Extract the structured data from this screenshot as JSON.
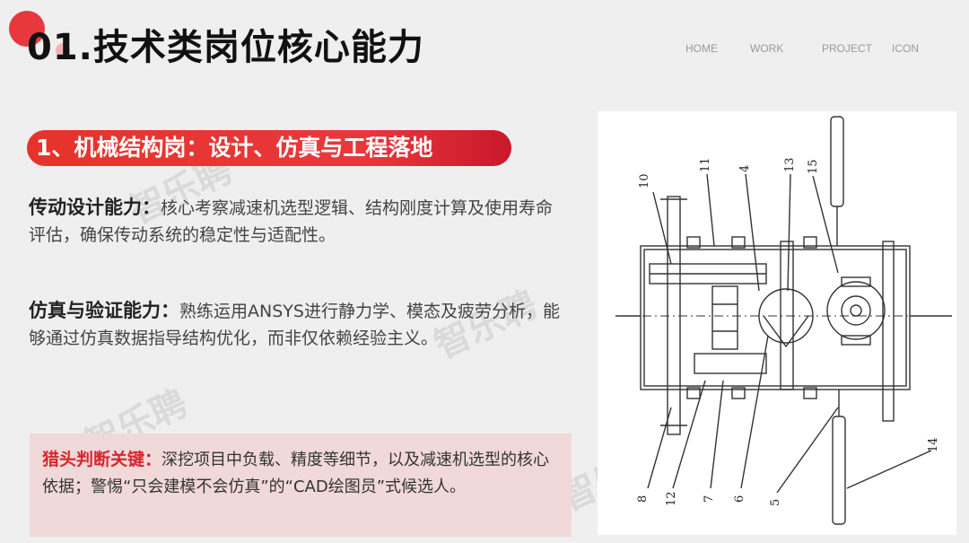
{
  "header": {
    "title": "01.技术类岗位核心能力"
  },
  "nav": {
    "items": [
      "HOME",
      "WORK",
      "PROJECT",
      "ICON"
    ]
  },
  "section": {
    "pill": "1、机械结构岗：设计、仿真与工程落地"
  },
  "ability1": {
    "label": "传动设计能力：",
    "text": "核心考察减速机选型逻辑、结构刚度计算及使用寿命评估，确保传动系统的稳定性与适配性。"
  },
  "ability2": {
    "label": "仿真与验证能力：",
    "text": "熟练运用ANSYS进行静力学、模态及疲劳分析，能够通过仿真数据指导结构优化，而非仅依赖经验主义。"
  },
  "hint": {
    "label": "猎头判断关键：",
    "text": "深挖项目中负载、精度等细节，以及减速机选型的核心依据；警惕“只会建模不会仿真”的“CAD绘图员”式候选人。"
  },
  "watermark": {
    "text": "智乐聘"
  },
  "drawing": {
    "labels": [
      "10",
      "11",
      "4",
      "13",
      "15",
      "8",
      "12",
      "7",
      "6",
      "5",
      "14"
    ]
  }
}
